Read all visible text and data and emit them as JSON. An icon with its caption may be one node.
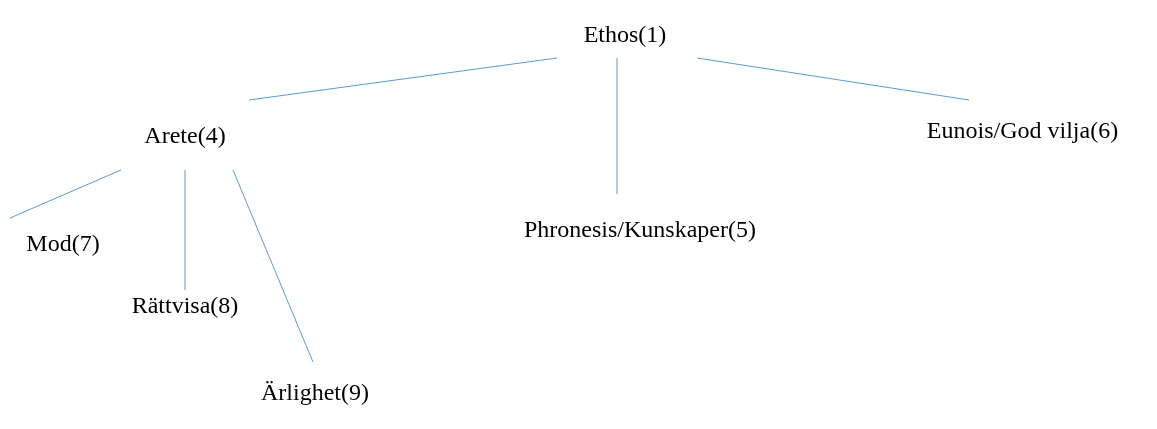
{
  "diagram": {
    "nodes": [
      {
        "text": [
          "Ethos(1)"
        ]
      },
      {
        "text": [
          "Arete(4)"
        ]
      },
      {
        "text": [
          "Eunois/God vilja(6)"
        ]
      },
      {
        "text": [
          "Mod(7)"
        ]
      },
      {
        "text": [
          "Phronesis/Kunskaper(5)"
        ]
      },
      {
        "text": [
          "Rättvisa(8)"
        ]
      },
      {
        "text": [
          "Ärlighet(9)"
        ]
      }
    ],
    "edges": [
      {
        "from": 0,
        "to": 1,
        "arrow": "none"
      },
      {
        "from": 0,
        "to": 4,
        "arrow": "none"
      },
      {
        "from": 0,
        "to": 2,
        "arrow": "none"
      },
      {
        "from": 1,
        "to": 3,
        "arrow": "none"
      },
      {
        "from": 1,
        "to": 5,
        "arrow": "none"
      },
      {
        "from": 1,
        "to": 6,
        "arrow": "none"
      }
    ]
  }
}
